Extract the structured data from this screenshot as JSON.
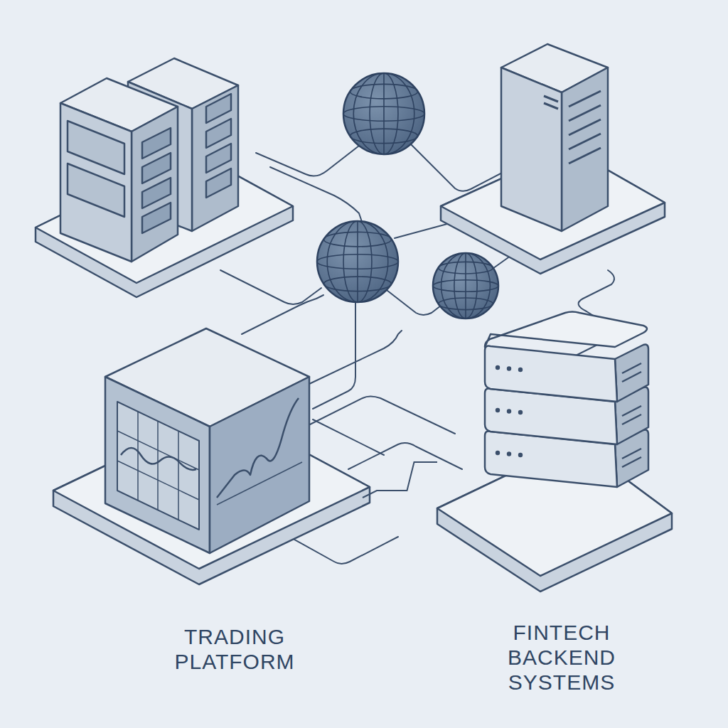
{
  "diagram": {
    "nodes": [
      {
        "text": [
          "TRADING PLATFORM"
        ]
      },
      {
        "text": [
          "FINTECH BACKEND SYSTEMS"
        ]
      }
    ],
    "edges": [
      {
        "from": 0,
        "to": 1,
        "arrow": "none"
      }
    ]
  }
}
